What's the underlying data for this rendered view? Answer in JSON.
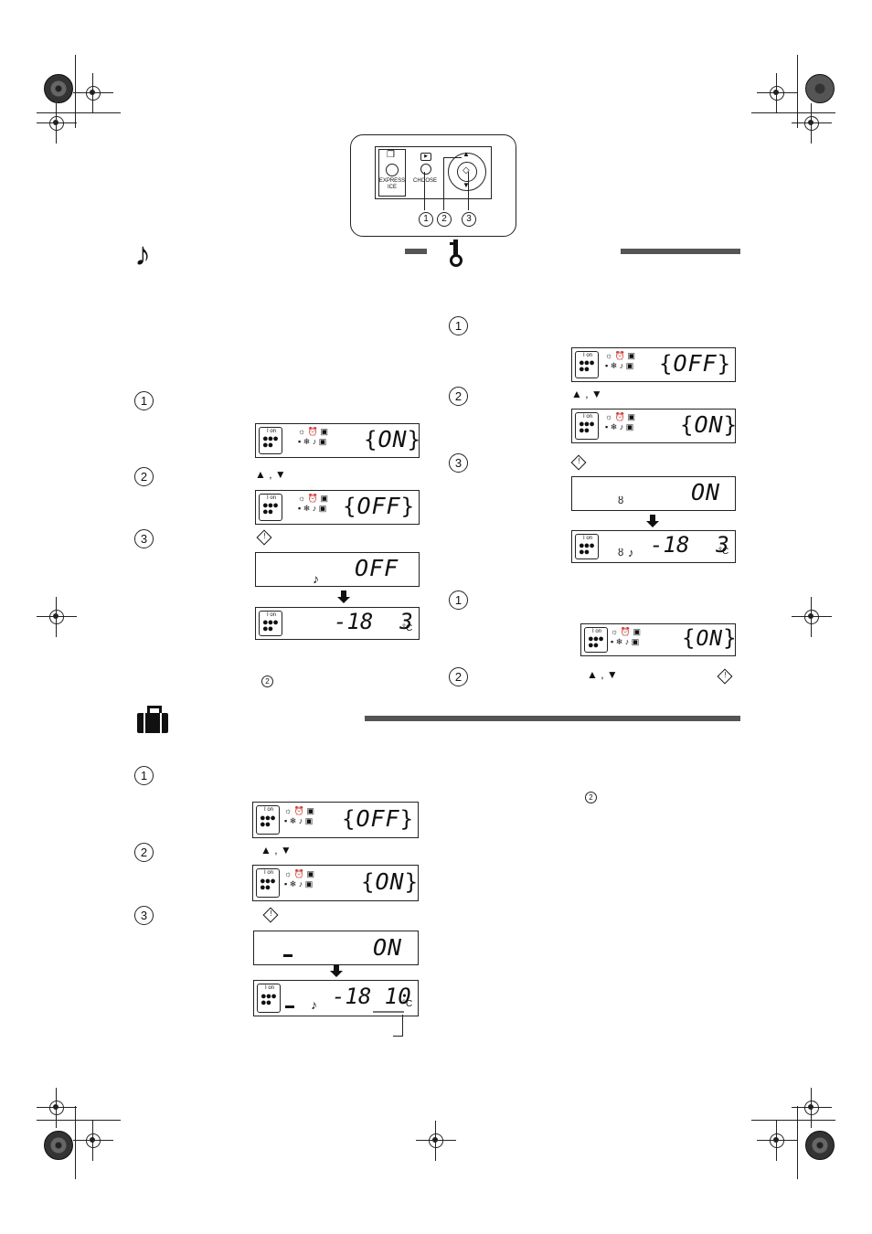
{
  "control_panel": {
    "express_ice_label": "EXPRESS\nICE",
    "choose_label": "CHOOSE",
    "callout_1": "1",
    "callout_2": "2",
    "callout_3": "3"
  },
  "step_labels": {
    "s1": "1",
    "s2": "2",
    "s3": "3"
  },
  "displays": {
    "on": "ON",
    "off": "OFF",
    "temp_a": "-18  3",
    "temp_b": "-18 10",
    "unit": "°C",
    "arrows": "▲ , ▼",
    "face_label": "I on"
  },
  "inline_refs": {
    "ref2": "2"
  },
  "icons": {
    "music": "music-note-icon",
    "lock": "key-icon",
    "suitcase": "suitcase-icon"
  }
}
